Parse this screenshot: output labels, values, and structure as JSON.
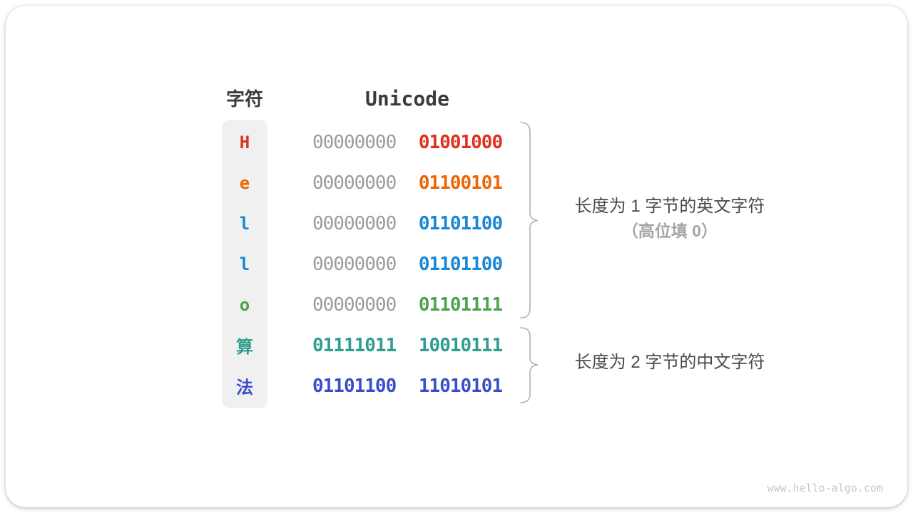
{
  "header": {
    "char_col": "字符",
    "unicode_col": "Unicode"
  },
  "rows": [
    {
      "char": "H",
      "high": "00000000",
      "low": "01001000",
      "color": "#e0311f",
      "high_colored": false
    },
    {
      "char": "e",
      "high": "00000000",
      "low": "01100101",
      "color": "#ee6500",
      "high_colored": false
    },
    {
      "char": "l",
      "high": "00000000",
      "low": "01101100",
      "color": "#1887d5",
      "high_colored": false
    },
    {
      "char": "l",
      "high": "00000000",
      "low": "01101100",
      "color": "#1887d5",
      "high_colored": false
    },
    {
      "char": "o",
      "high": "00000000",
      "low": "01101111",
      "color": "#4ea24e",
      "high_colored": false
    },
    {
      "char": "算",
      "high": "01111011",
      "low": "10010111",
      "color": "#2f9e90",
      "high_colored": true
    },
    {
      "char": "法",
      "high": "01101100",
      "low": "11010101",
      "color": "#3a4ecc",
      "high_colored": true
    }
  ],
  "groups": [
    {
      "line1": "长度为 1 字节的英文字符",
      "line2": "（高位填 0）"
    },
    {
      "line1": "长度为 2 字节的中文字符"
    }
  ],
  "watermark": "www.hello-algo.com",
  "colors": {
    "binary_gray": "#9b9b9b",
    "header_text": "#3b3b3b",
    "label_dark": "#4a4a4a",
    "label_gray": "#a5a5a5",
    "brace": "#b0b0b0",
    "column_bg": "#f0f0f0"
  }
}
